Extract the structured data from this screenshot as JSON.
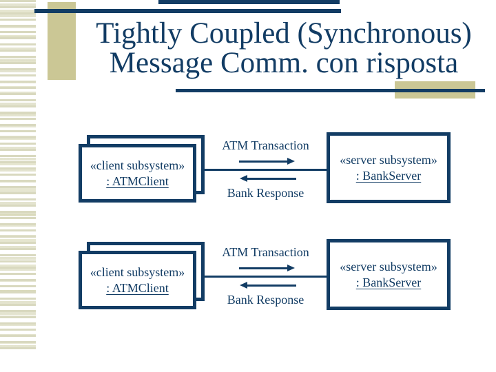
{
  "colors": {
    "navy": "#123c64",
    "tan": "#cbc795",
    "stripe": "#d9d9bf",
    "background": "#ffffff"
  },
  "slide": {
    "title_line1": "Tightly Coupled (Synchronous)",
    "title_line2": "Message Comm. con risposta"
  },
  "diagram": {
    "groups": [
      {
        "client": {
          "stereotype": "«client subsystem»",
          "name": ": ATMClient"
        },
        "server": {
          "stereotype": "«server subsystem»",
          "name": ": BankServer"
        },
        "request_label": "ATM Transaction",
        "response_label": "Bank Response"
      },
      {
        "client": {
          "stereotype": "«client subsystem»",
          "name": ": ATMClient"
        },
        "server": {
          "stereotype": "«server subsystem»",
          "name": ": BankServer"
        },
        "request_label": "ATM Transaction",
        "response_label": "Bank Response"
      }
    ]
  }
}
